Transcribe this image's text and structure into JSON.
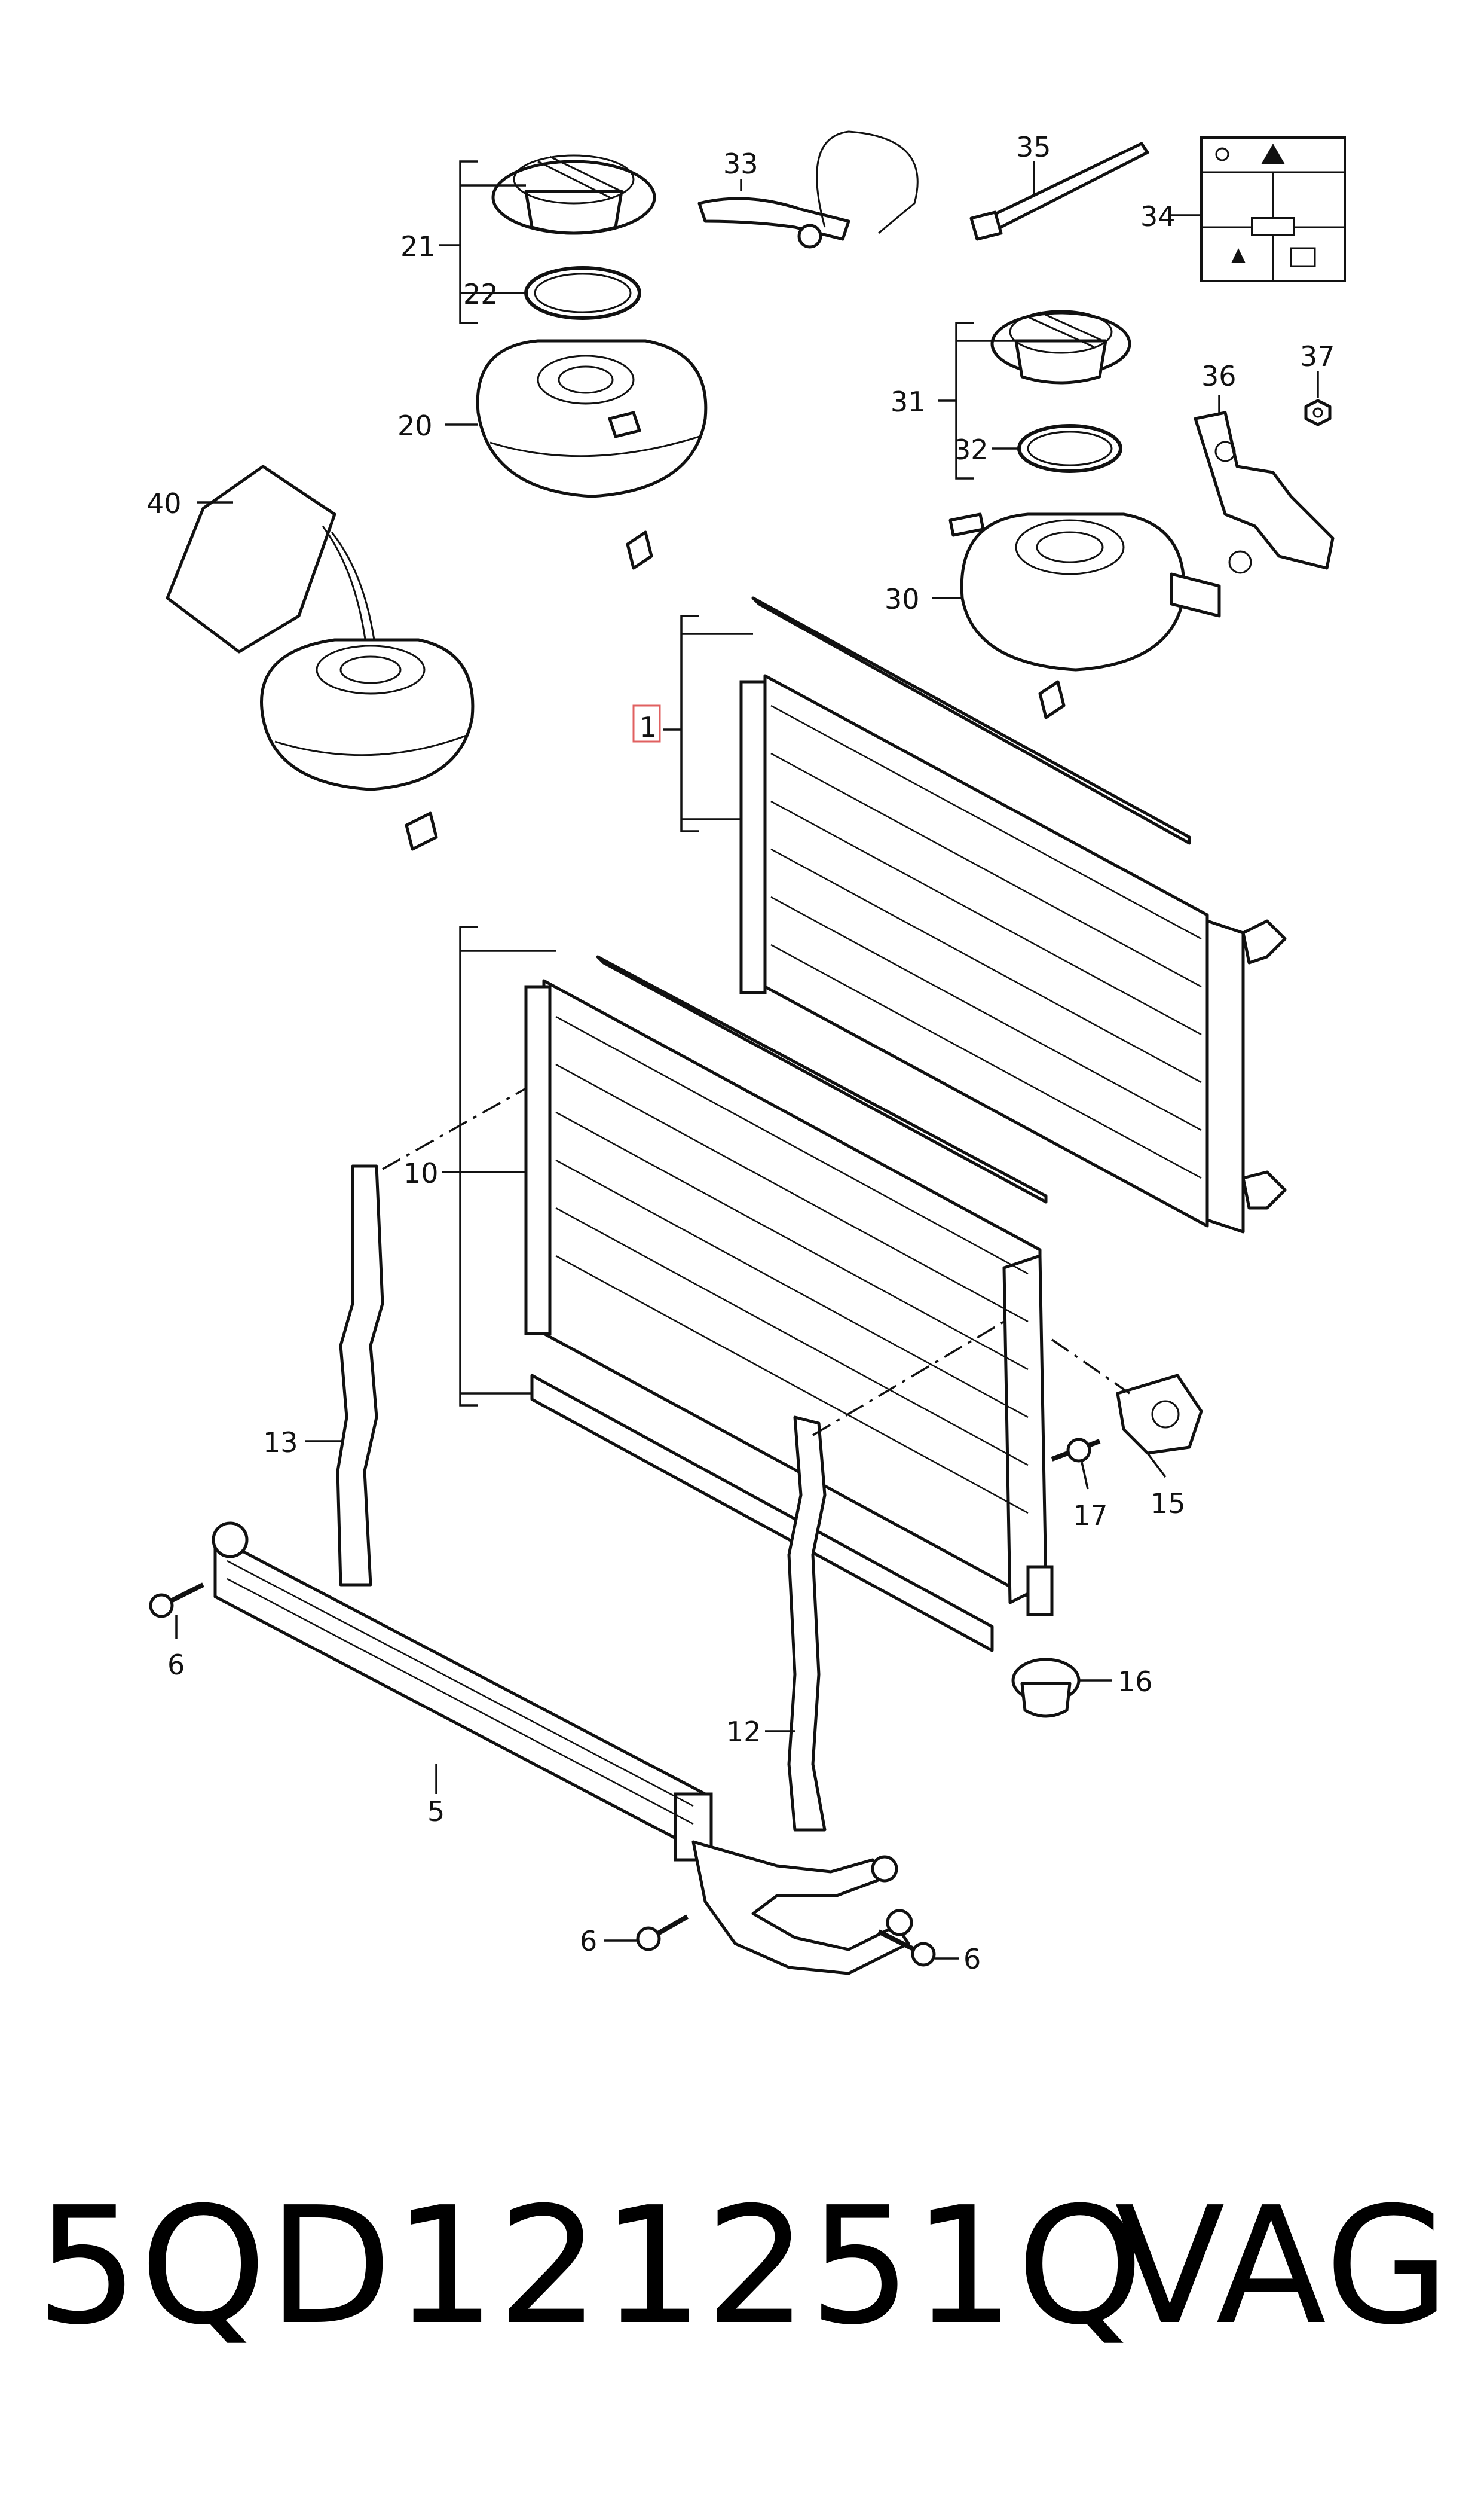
{
  "callouts": [
    {
      "id": "c1",
      "text": "1"
    },
    {
      "id": "c5",
      "text": "5"
    },
    {
      "id": "c6a",
      "text": "6"
    },
    {
      "id": "c6b",
      "text": "6"
    },
    {
      "id": "c6c",
      "text": "6"
    },
    {
      "id": "c10",
      "text": "10"
    },
    {
      "id": "c12",
      "text": "12"
    },
    {
      "id": "c13",
      "text": "13"
    },
    {
      "id": "c15",
      "text": "15"
    },
    {
      "id": "c16",
      "text": "16"
    },
    {
      "id": "c17",
      "text": "17"
    },
    {
      "id": "c20",
      "text": "20"
    },
    {
      "id": "c21",
      "text": "21"
    },
    {
      "id": "c22",
      "text": "22"
    },
    {
      "id": "c30",
      "text": "30"
    },
    {
      "id": "c31",
      "text": "31"
    },
    {
      "id": "c32",
      "text": "32"
    },
    {
      "id": "c33",
      "text": "33"
    },
    {
      "id": "c34",
      "text": "34"
    },
    {
      "id": "c35",
      "text": "35"
    },
    {
      "id": "c36",
      "text": "36"
    },
    {
      "id": "c37",
      "text": "37"
    },
    {
      "id": "c40",
      "text": "40"
    }
  ],
  "highlighted_callout": "1",
  "highlight_color": "#e06060",
  "part_number": "5QD121251Q",
  "brand": "VAG"
}
